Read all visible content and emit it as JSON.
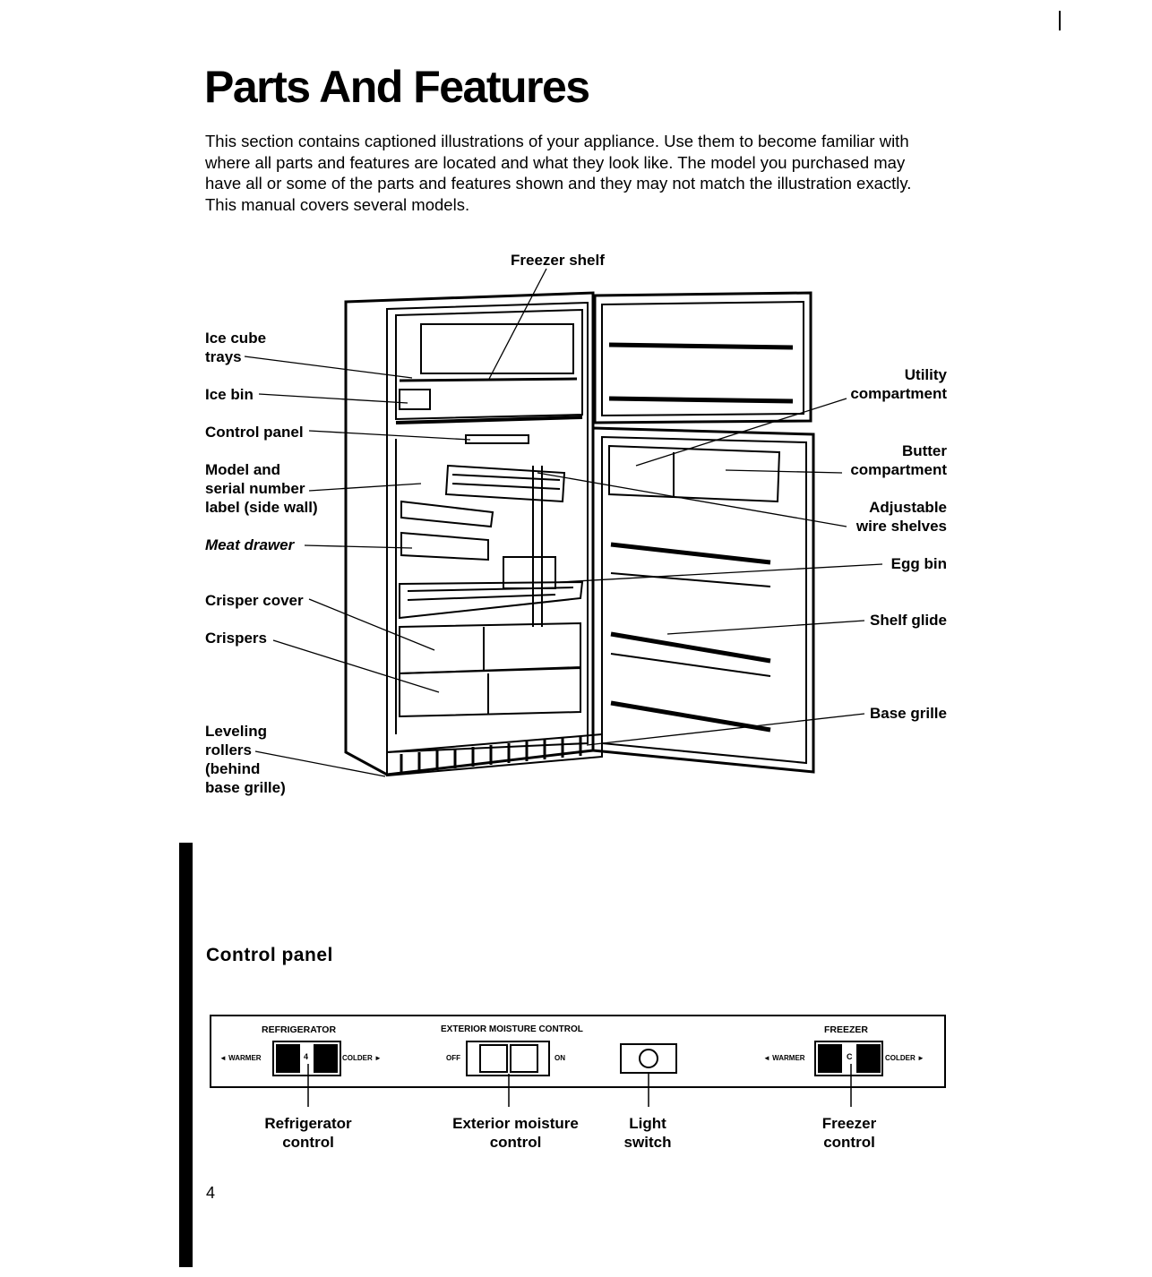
{
  "page": {
    "title": "Parts And Features",
    "intro": "This section contains captioned illustrations of your appliance. Use them to become familiar with where all parts and features are located and what they look like. The model you purchased may have all or some of the parts and features shown and they may not match the illustration exactly. This manual covers several models.",
    "page_number": "4"
  },
  "diagram": {
    "freezer_shelf": "Freezer shelf",
    "left_labels": {
      "ice_cube_trays": "Ice cube\ntrays",
      "ice_bin": "Ice bin",
      "control_panel": "Control panel",
      "model_serial": "Model and\nserial number\nlabel (side wall)",
      "meat_drawer": "Meat drawer",
      "crisper_cover": "Crisper cover",
      "crispers": "Crispers",
      "leveling_rollers": "Leveling\nrollers\n(behind\nbase grille)"
    },
    "right_labels": {
      "utility_compartment": "Utility\ncompartment",
      "butter_compartment": "Butter\ncompartment",
      "adjustable_wire_shelves": "Adjustable\nwire shelves",
      "egg_bin": "Egg bin",
      "shelf_glide": "Shelf glide",
      "base_grille": "Base grille"
    }
  },
  "control_panel": {
    "section_title": "Control panel",
    "refrigerator": {
      "header": "REFRIGERATOR",
      "warmer": "◄ WARMER",
      "colder": "COLDER ►",
      "setting": "4"
    },
    "moisture": {
      "header": "EXTERIOR MOISTURE CONTROL",
      "off": "OFF",
      "on": "ON"
    },
    "freezer": {
      "header": "FREEZER",
      "warmer": "◄ WARMER",
      "colder": "COLDER ►",
      "setting": "C"
    },
    "captions": {
      "refrigerator_control": "Refrigerator\ncontrol",
      "moisture_control": "Exterior moisture\ncontrol",
      "light_switch": "Light\nswitch",
      "freezer_control": "Freezer\ncontrol"
    }
  }
}
